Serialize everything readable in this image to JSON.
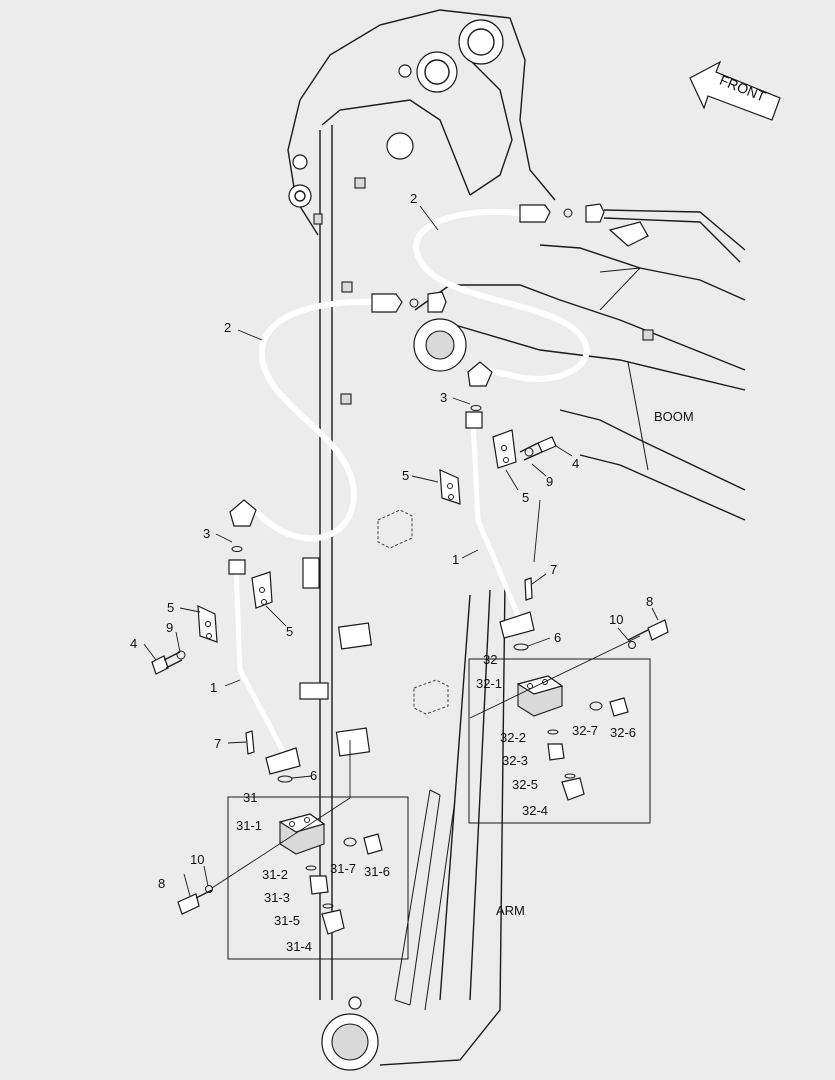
{
  "direction_label": "FRONT",
  "section_labels": {
    "boom": "BOOM",
    "arm": "ARM"
  },
  "group_labels": {
    "group_31": "31",
    "group_32": "32"
  },
  "callouts": {
    "hose_upper": "2",
    "hose_left": "2",
    "oring_right": "3",
    "oring_left": "3",
    "bolt_right": "4",
    "bolt_left": "4",
    "clamp_r_a": "5",
    "clamp_r_b": "5",
    "clamp_l_a": "5",
    "clamp_l_b": "5",
    "pipe_right": "1",
    "pipe_left": "1",
    "washer_right": "9",
    "washer_left": "9",
    "screw_right": "7",
    "screw_left": "7",
    "seal_right": "6",
    "seal_left": "6",
    "bolt8_right": "8",
    "bolt8_left": "8",
    "washer10_right": "10",
    "washer10_left": "10",
    "g32_1": "32-1",
    "g32_2": "32-2",
    "g32_3": "32-3",
    "g32_4": "32-4",
    "g32_5": "32-5",
    "g32_6": "32-6",
    "g32_7": "32-7",
    "g31_1": "31-1",
    "g31_2": "31-2",
    "g31_3": "31-3",
    "g31_4": "31-4",
    "g31_5": "31-5",
    "g31_6": "31-6",
    "g31_7": "31-7"
  }
}
